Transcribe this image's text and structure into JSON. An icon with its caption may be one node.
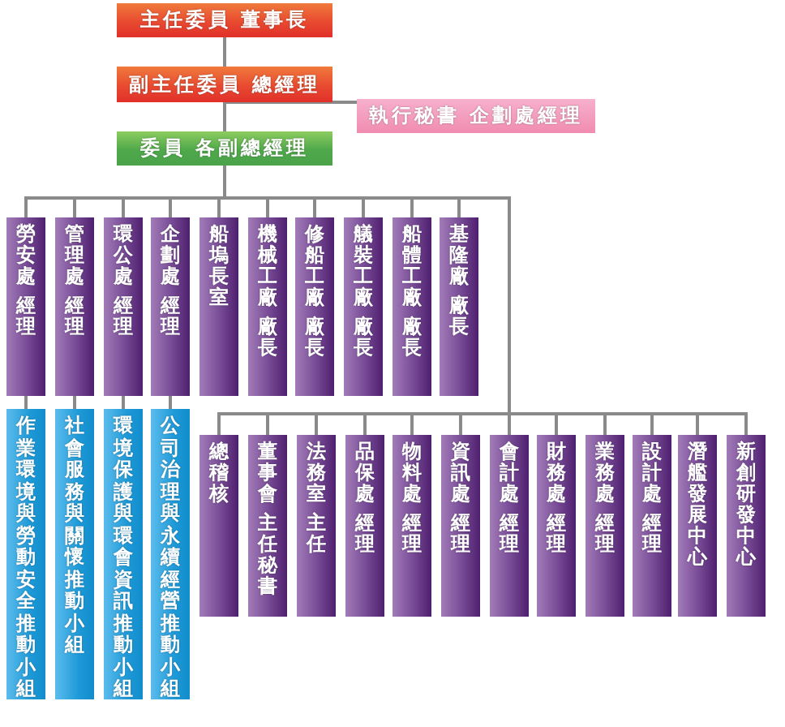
{
  "diagram": {
    "nodes": [
      {
        "text": [
          "主任委員 董事長"
        ]
      },
      {
        "text": [
          "副主任委員 總經理"
        ]
      },
      {
        "text": [
          "執行秘書 企劃處經理"
        ]
      },
      {
        "text": [
          "委員 各副總經理"
        ]
      },
      {
        "text": [
          "勞安處",
          "經理"
        ]
      },
      {
        "text": [
          "管理處",
          "經理"
        ]
      },
      {
        "text": [
          "環公處",
          "經理"
        ]
      },
      {
        "text": [
          "企劃處",
          "經理"
        ]
      },
      {
        "text": [
          "船塢長室"
        ]
      },
      {
        "text": [
          "機械工廠",
          "廠長"
        ]
      },
      {
        "text": [
          "修船工廠",
          "廠長"
        ]
      },
      {
        "text": [
          "艤裝工廠",
          "廠長"
        ]
      },
      {
        "text": [
          "船體工廠",
          "廠長"
        ]
      },
      {
        "text": [
          "基隆廠",
          "廠長"
        ]
      },
      {
        "text": [
          "作業環境與勞動安全推動小組"
        ]
      },
      {
        "text": [
          "社會服務與關懷推動小組"
        ]
      },
      {
        "text": [
          "環境保護與環會資訊推動小組"
        ]
      },
      {
        "text": [
          "公司治理與永續經營推動小組"
        ]
      },
      {
        "text": [
          "總稽核"
        ]
      },
      {
        "text": [
          "董事會",
          "主任秘書"
        ]
      },
      {
        "text": [
          "法務室",
          "主任"
        ]
      },
      {
        "text": [
          "品保處",
          "經理"
        ]
      },
      {
        "text": [
          "物料處",
          "經理"
        ]
      },
      {
        "text": [
          "資訊處",
          "經理"
        ]
      },
      {
        "text": [
          "會計處",
          "經理"
        ]
      },
      {
        "text": [
          "財務處",
          "經理"
        ]
      },
      {
        "text": [
          "業務處",
          "經理"
        ]
      },
      {
        "text": [
          "設計處",
          "經理"
        ]
      },
      {
        "text": [
          "潛艦發展中心"
        ]
      },
      {
        "text": [
          "新創研發中心"
        ]
      }
    ],
    "edges": [
      {
        "from": 0,
        "to": 1,
        "arrow": "none"
      },
      {
        "from": 1,
        "to": 2,
        "arrow": "none"
      },
      {
        "from": 1,
        "to": 3,
        "arrow": "none"
      },
      {
        "from": 3,
        "to": 4,
        "arrow": "none"
      },
      {
        "from": 3,
        "to": 5,
        "arrow": "none"
      },
      {
        "from": 3,
        "to": 6,
        "arrow": "none"
      },
      {
        "from": 3,
        "to": 7,
        "arrow": "none"
      },
      {
        "from": 3,
        "to": 8,
        "arrow": "none"
      },
      {
        "from": 3,
        "to": 9,
        "arrow": "none"
      },
      {
        "from": 3,
        "to": 10,
        "arrow": "none"
      },
      {
        "from": 3,
        "to": 11,
        "arrow": "none"
      },
      {
        "from": 3,
        "to": 12,
        "arrow": "none"
      },
      {
        "from": 3,
        "to": 13,
        "arrow": "none"
      },
      {
        "from": 4,
        "to": 14,
        "arrow": "none"
      },
      {
        "from": 5,
        "to": 15,
        "arrow": "none"
      },
      {
        "from": 6,
        "to": 16,
        "arrow": "none"
      },
      {
        "from": 7,
        "to": 17,
        "arrow": "none"
      },
      {
        "from": 3,
        "to": 18,
        "arrow": "none"
      },
      {
        "from": 3,
        "to": 19,
        "arrow": "none"
      },
      {
        "from": 3,
        "to": 20,
        "arrow": "none"
      },
      {
        "from": 3,
        "to": 21,
        "arrow": "none"
      },
      {
        "from": 3,
        "to": 22,
        "arrow": "none"
      },
      {
        "from": 3,
        "to": 23,
        "arrow": "none"
      },
      {
        "from": 3,
        "to": 24,
        "arrow": "none"
      },
      {
        "from": 3,
        "to": 25,
        "arrow": "none"
      },
      {
        "from": 3,
        "to": 26,
        "arrow": "none"
      },
      {
        "from": 3,
        "to": 27,
        "arrow": "none"
      },
      {
        "from": 3,
        "to": 28,
        "arrow": "none"
      },
      {
        "from": 3,
        "to": 29,
        "arrow": "none"
      }
    ]
  }
}
